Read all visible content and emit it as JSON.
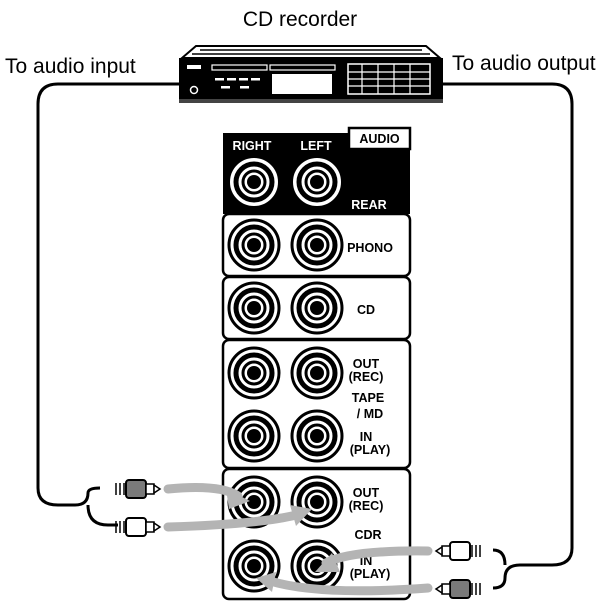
{
  "title": "CD recorder",
  "cables": {
    "left_label": "To audio input",
    "right_label": "To audio output"
  },
  "panel": {
    "header": {
      "right": "RIGHT",
      "left": "LEFT",
      "badge": "AUDIO",
      "rear": "REAR"
    },
    "phono": "PHONO",
    "cd": "CD",
    "tape": {
      "out_1": "OUT",
      "out_2": "(REC)",
      "name_1": "TAPE",
      "name_2": "/ MD",
      "in_1": "IN",
      "in_2": "(PLAY)"
    },
    "cdr": {
      "out_1": "OUT",
      "out_2": "(REC)",
      "name": "CDR",
      "in_1": "IN",
      "in_2": "(PLAY)"
    }
  },
  "colors": {
    "line": "#000000",
    "arrow": "#b4b4b4",
    "plug_dark": "#7a7a7a",
    "plug_light": "#ffffff"
  }
}
